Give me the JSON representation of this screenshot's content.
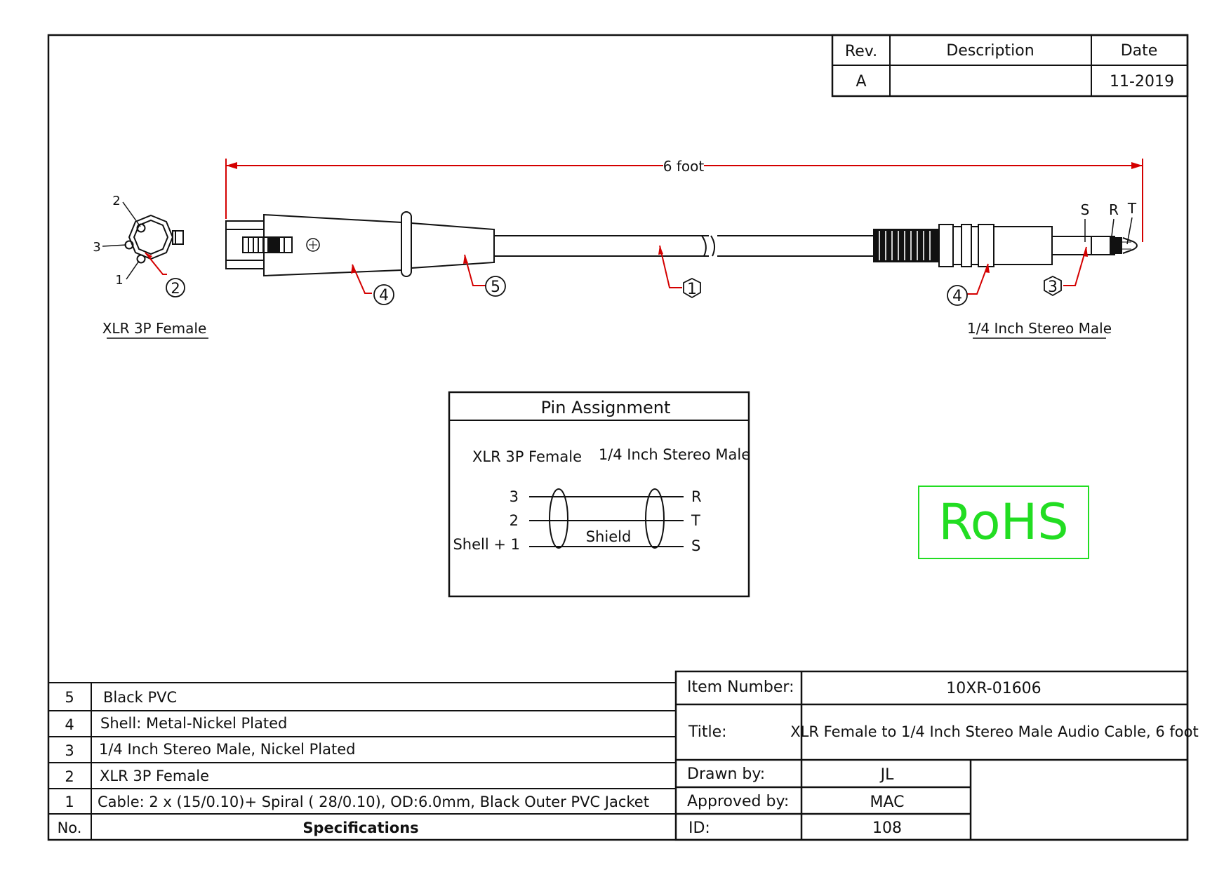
{
  "revision_table": {
    "headers": {
      "rev": "Rev.",
      "description": "Description",
      "date": "Date"
    },
    "rows": [
      {
        "rev": "A",
        "description": "",
        "date": "11-2019"
      }
    ]
  },
  "drawing": {
    "length_label": "6 foot",
    "left_connector_label": "XLR 3P Female",
    "right_connector_label": "1/4 Inch Stereo Male",
    "xlr_pins": [
      "1",
      "2",
      "3"
    ],
    "plug_contacts": [
      "S",
      "R",
      "T"
    ],
    "callouts": {
      "xlr_face": "2",
      "shell_left": "4",
      "boot_left": "5",
      "cable": "1",
      "shell_right": "4",
      "plug": "3"
    }
  },
  "pin_assignment": {
    "title": "Pin Assignment",
    "left_header": "XLR 3P Female",
    "right_header": "1/4 Inch Stereo Male",
    "rows": [
      {
        "left": "3",
        "right": "R"
      },
      {
        "left": "2",
        "right": "T"
      },
      {
        "left": "Shell + 1",
        "right": "S"
      }
    ],
    "shield_label": "Shield"
  },
  "rohs": {
    "text": "RoHS",
    "color": "#22dd22"
  },
  "specs": {
    "rows": [
      {
        "no": "5",
        "spec": "Black PVC"
      },
      {
        "no": "4",
        "spec": "Shell: Metal-Nickel Plated"
      },
      {
        "no": "3",
        "spec": "1/4 Inch Stereo Male, Nickel Plated"
      },
      {
        "no": "2",
        "spec": "XLR 3P Female"
      },
      {
        "no": "1",
        "spec": "Cable: 2 x (15/0.10)+ Spiral ( 28/0.10), OD:6.0mm, Black Outer PVC Jacket"
      }
    ],
    "header": {
      "no": "No.",
      "spec": "Specifications"
    }
  },
  "title_block": {
    "item_number_label": "Item Number:",
    "item_number": "10XR-01606",
    "title_label": "Title:",
    "title": "XLR Female to 1/4 Inch Stereo Male Audio Cable, 6 foot",
    "drawn_by_label": "Drawn by:",
    "drawn_by": "JL",
    "approved_by_label": "Approved by:",
    "approved_by": "MAC",
    "id_label": "ID:",
    "id": "108"
  },
  "colors": {
    "dimension": "#d40000",
    "line": "#111111"
  }
}
